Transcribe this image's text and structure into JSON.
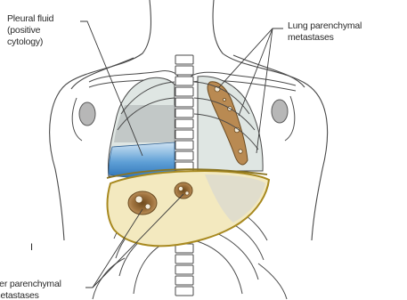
{
  "labels": {
    "pleural_fluid": [
      "Pleural fluid",
      "(positive",
      "cytology)"
    ],
    "lung_metastases": [
      "Lung parenchymal",
      "metastases"
    ],
    "liver_metastases": [
      "iver parenchymal",
      "metastases"
    ],
    "panel_marker": "I"
  },
  "colors": {
    "lung_fill": "#dfe6e3",
    "pleural_fluid": "#3b82c4",
    "liver_fill": "#f3e9bf",
    "liver_outline": "#a8891f",
    "metastasis_fill": "#b98a52",
    "tumor_fill": "#8e6630",
    "bone_outline": "#4a4a4a",
    "shoulder_joint": "#b7b7b7"
  }
}
